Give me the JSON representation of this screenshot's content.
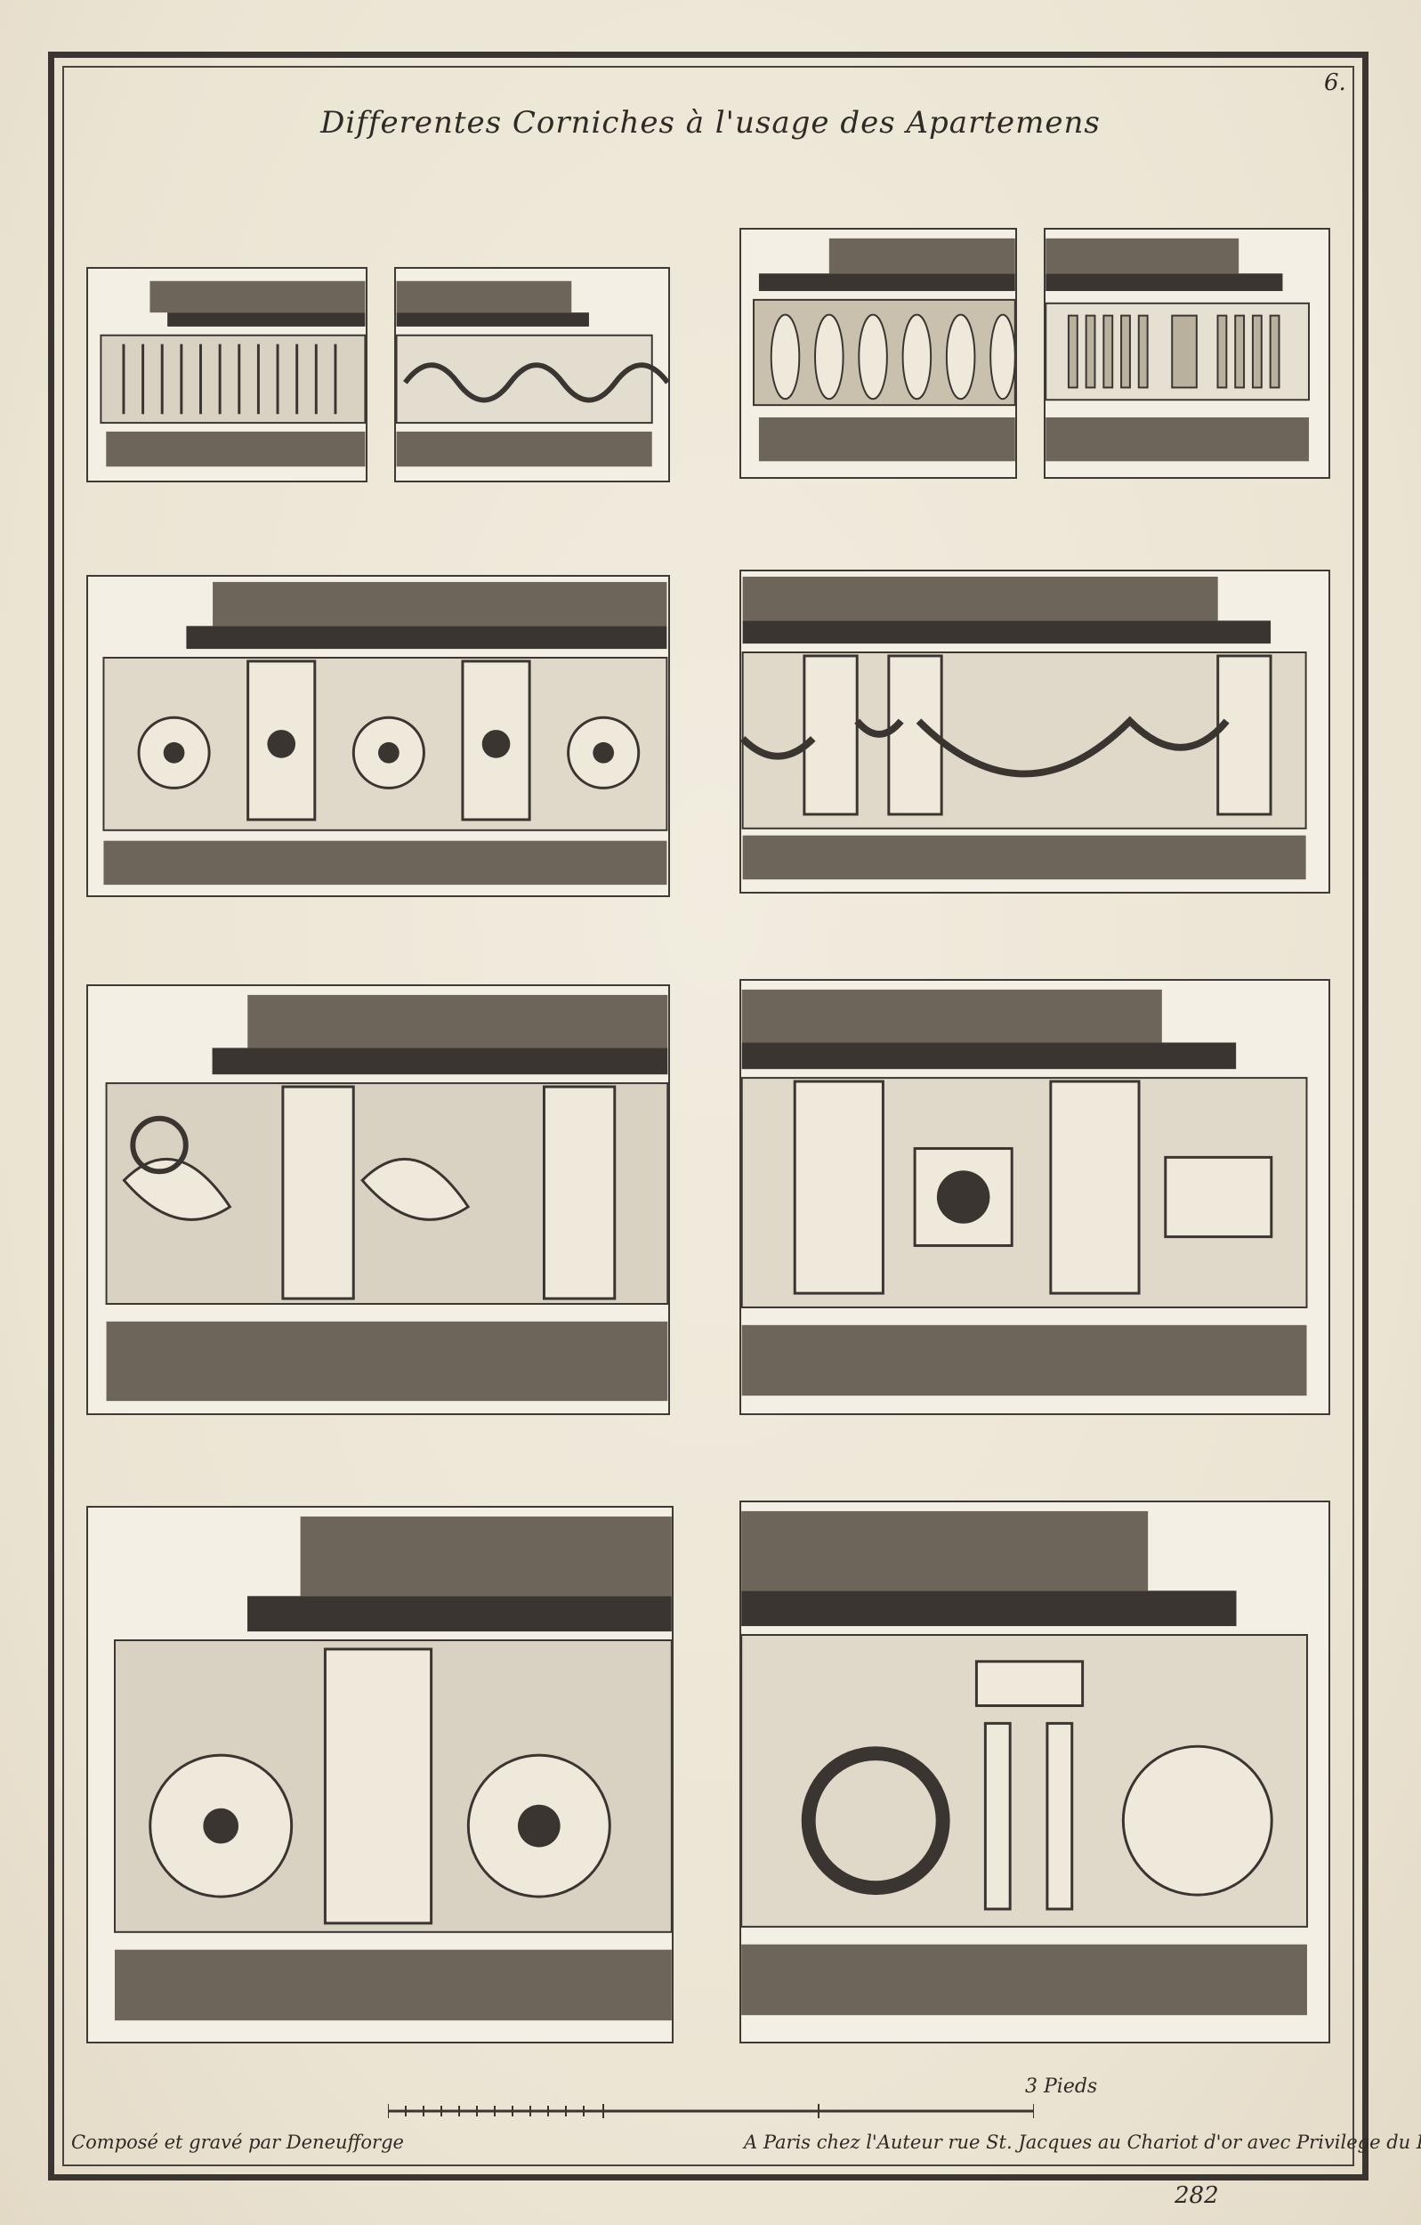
{
  "title": "Differentes Corniches à l'usage des Apartemens",
  "plate_number": "6.",
  "scale": {
    "label": "3 Pieds",
    "divisions": 12
  },
  "credit_left": "Composé et gravé par Deneufforge",
  "credit_right": "A Paris chez l'Auteur rue St. Jacques au Chariot d'or avec Privilege du Roi.",
  "page_number": "282",
  "colors": {
    "ink": "#3a3530",
    "paper": "#f3efe4",
    "shade": "#6e655a"
  }
}
